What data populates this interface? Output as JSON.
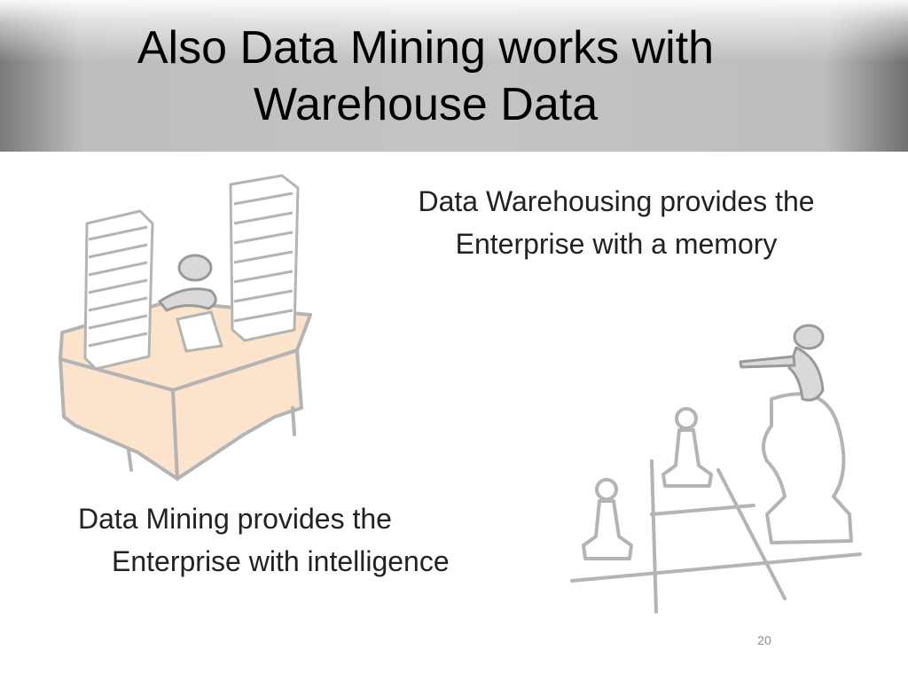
{
  "slide": {
    "title": "Also Data Mining works with\nWarehouse Data",
    "warehousing_text": "Data Warehousing provides the Enterprise with a memory",
    "mining_line1": "Data Mining provides the",
    "mining_line2": "Enterprise with intelligence",
    "page_number": "20"
  },
  "illustrations": {
    "desk_clipart": "desk-with-paper-stacks-clipart",
    "chess_clipart": "chess-knight-pointing-clipart"
  },
  "colors": {
    "title_bar": "#c4c4c4",
    "desk_fill": "#fbe3cc",
    "sketch_stroke": "#b4b4b4"
  }
}
